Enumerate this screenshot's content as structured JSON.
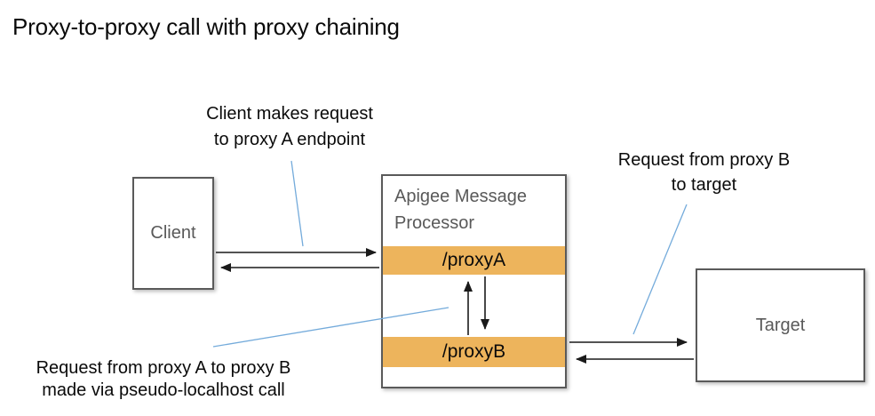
{
  "title": "Proxy-to-proxy call with proxy chaining",
  "colors": {
    "proxy_bar_orange": "#EDB45C",
    "connector_blue": "#74ABDB",
    "box_border_gray": "#5A5A5A",
    "box_label_gray": "#595959",
    "text_black": "#0A0A0A",
    "arrow_black": "#1A1A1A"
  },
  "annotations": {
    "client_request": {
      "lines": [
        "Client makes request",
        "to proxy A endpoint"
      ]
    },
    "proxy_b_to_target": {
      "lines": [
        "Request from proxy B",
        "to target"
      ]
    },
    "proxy_a_to_proxy_b": {
      "lines": [
        "Request from proxy A to proxy B",
        "made via pseudo-localhost call"
      ]
    }
  },
  "nodes": {
    "client": {
      "label": "Client"
    },
    "message_processor": {
      "label": "Apigee Message Processor"
    },
    "proxy_a": {
      "label": "/proxyA"
    },
    "proxy_b": {
      "label": "/proxyB"
    },
    "target": {
      "label": "Target"
    }
  }
}
